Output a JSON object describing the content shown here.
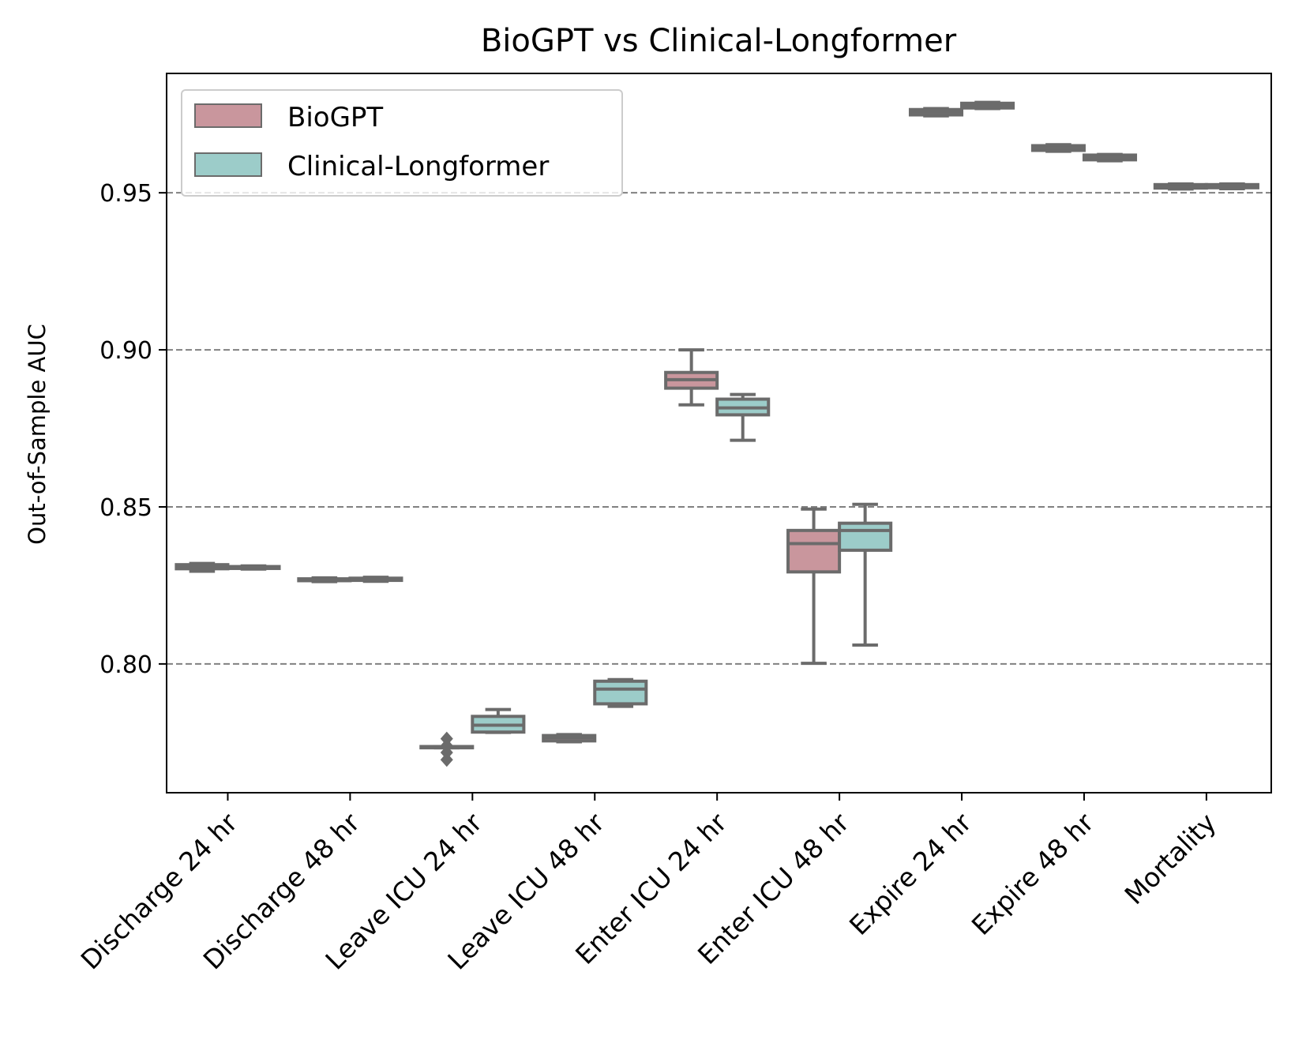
{
  "chart_data": {
    "type": "box",
    "title": "BioGPT vs Clinical-Longformer",
    "xlabel": "",
    "ylabel": "Out-of-Sample AUC",
    "ylim": [
      0.759,
      0.988
    ],
    "yticks": [
      0.8,
      0.85,
      0.9,
      0.95
    ],
    "ytick_labels": [
      "0.80",
      "0.85",
      "0.90",
      "0.95"
    ],
    "grid": "horizontal dashed at y ticks",
    "legend_position": "top-left",
    "categories": [
      "Discharge 24 hr",
      "Discharge 48 hr",
      "Leave ICU 24 hr",
      "Leave ICU 48 hr",
      "Enter ICU 24 hr",
      "Enter ICU 48 hr",
      "Expire 24 hr",
      "Expire 48 hr",
      "Mortality"
    ],
    "series": [
      {
        "name": "BioGPT",
        "color": "#c9969d",
        "boxes": [
          {
            "whislo": 0.8295,
            "q1": 0.8303,
            "med": 0.831,
            "q3": 0.8316,
            "whishi": 0.832,
            "fliers": []
          },
          {
            "whislo": 0.8262,
            "q1": 0.8265,
            "med": 0.8268,
            "q3": 0.8271,
            "whishi": 0.8274,
            "fliers": []
          },
          {
            "whislo": 0.7733,
            "q1": 0.7733,
            "med": 0.7735,
            "q3": 0.7737,
            "whishi": 0.7737,
            "fliers": [
              0.7762,
              0.774,
              0.7718,
              0.7695
            ]
          },
          {
            "whislo": 0.7752,
            "q1": 0.7755,
            "med": 0.7765,
            "q3": 0.7772,
            "whishi": 0.7775,
            "fliers": []
          },
          {
            "whislo": 0.8825,
            "q1": 0.8878,
            "med": 0.8905,
            "q3": 0.8928,
            "whishi": 0.9,
            "fliers": []
          },
          {
            "whislo": 0.8002,
            "q1": 0.8293,
            "med": 0.8383,
            "q3": 0.8425,
            "whishi": 0.8493,
            "fliers": []
          },
          {
            "whislo": 0.9745,
            "q1": 0.9748,
            "med": 0.9758,
            "q3": 0.9765,
            "whishi": 0.9768,
            "fliers": []
          },
          {
            "whislo": 0.9632,
            "q1": 0.9635,
            "med": 0.9643,
            "q3": 0.965,
            "whishi": 0.9653,
            "fliers": []
          },
          {
            "whislo": 0.9512,
            "q1": 0.9515,
            "med": 0.952,
            "q3": 0.9526,
            "whishi": 0.9528,
            "fliers": []
          }
        ]
      },
      {
        "name": "Clinical-Longformer",
        "color": "#9cccc9",
        "boxes": [
          {
            "whislo": 0.8302,
            "q1": 0.8304,
            "med": 0.8307,
            "q3": 0.831,
            "whishi": 0.8312,
            "fliers": []
          },
          {
            "whislo": 0.8263,
            "q1": 0.8266,
            "med": 0.827,
            "q3": 0.8273,
            "whishi": 0.8276,
            "fliers": []
          },
          {
            "whislo": 0.7782,
            "q1": 0.7783,
            "med": 0.7805,
            "q3": 0.7833,
            "whishi": 0.7855,
            "fliers": []
          },
          {
            "whislo": 0.7865,
            "q1": 0.7873,
            "med": 0.792,
            "q3": 0.7945,
            "whishi": 0.795,
            "fliers": []
          },
          {
            "whislo": 0.8712,
            "q1": 0.8793,
            "med": 0.8815,
            "q3": 0.8843,
            "whishi": 0.8858,
            "fliers": []
          },
          {
            "whislo": 0.806,
            "q1": 0.8362,
            "med": 0.8425,
            "q3": 0.8448,
            "whishi": 0.8508,
            "fliers": []
          },
          {
            "whislo": 0.9768,
            "q1": 0.977,
            "med": 0.9778,
            "q3": 0.9785,
            "whishi": 0.9788,
            "fliers": []
          },
          {
            "whislo": 0.9602,
            "q1": 0.9605,
            "med": 0.9613,
            "q3": 0.962,
            "whishi": 0.9622,
            "fliers": []
          },
          {
            "whislo": 0.9513,
            "q1": 0.9516,
            "med": 0.9522,
            "q3": 0.9526,
            "whishi": 0.9528,
            "fliers": []
          }
        ]
      }
    ]
  }
}
